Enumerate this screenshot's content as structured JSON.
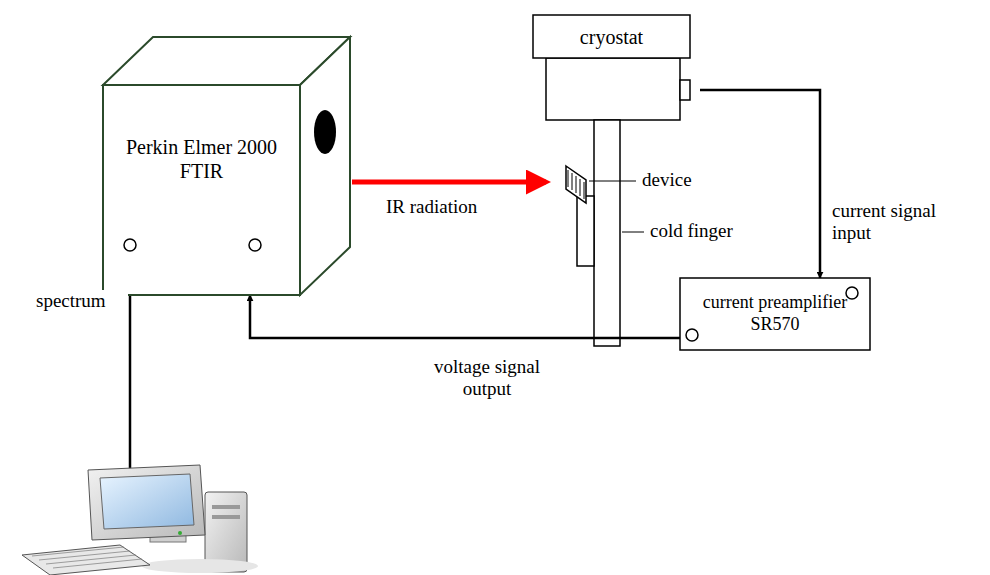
{
  "diagram": {
    "nodes": [
      {
        "text": [
          "Perkin Elmer 2000 FTIR"
        ]
      },
      {
        "text": [
          "cryostat"
        ]
      },
      {
        "text": [
          "current preamplifier SR570"
        ]
      }
    ],
    "edges": [
      {
        "from": 1,
        "to": 2,
        "arrow": "to",
        "label": "current signal input"
      },
      {
        "from": 2,
        "to": 0,
        "arrow": "to",
        "label": "voltage signal output"
      }
    ],
    "labels": [
      "IR radiation",
      "device",
      "cold finger",
      "spectrum"
    ]
  }
}
